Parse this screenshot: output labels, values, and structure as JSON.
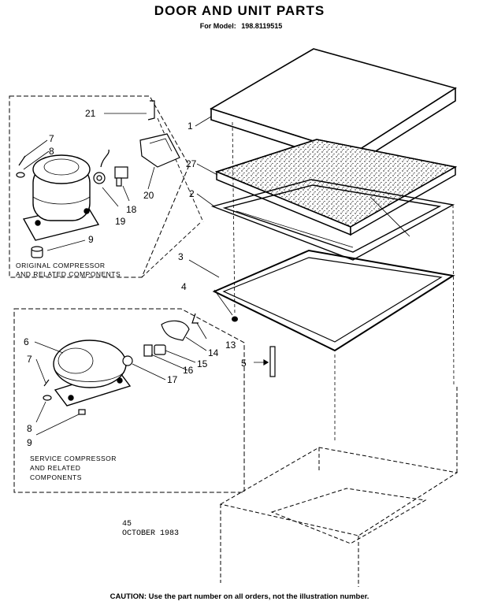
{
  "header": {
    "title": "DOOR AND UNIT PARTS",
    "model_label": "For Model:",
    "model_number": "198.8119515"
  },
  "boxes": {
    "original": {
      "line1": "ORIGINAL COMPRESSOR",
      "line2": "AND RELATED COMPONENTS"
    },
    "service": {
      "line1": "SERVICE COMPRESSOR",
      "line2": "AND RELATED",
      "line3": "COMPONENTS"
    }
  },
  "callouts": {
    "c1": "1",
    "c2": "2",
    "c3": "3",
    "c4": "4",
    "c5": "5",
    "c6": "6",
    "c7a": "7",
    "c7b": "7",
    "c8a": "8",
    "c8b": "8",
    "c9a": "9",
    "c9b": "9",
    "c13": "13",
    "c14": "14",
    "c15": "15",
    "c16": "16",
    "c17": "17",
    "c18": "18",
    "c19": "19",
    "c20": "20",
    "c21": "21",
    "c27": "27"
  },
  "footer": {
    "code": "45",
    "date": "OCTOBER 1983",
    "caution": "CAUTION: Use the part number on all orders, not the illustration number."
  }
}
